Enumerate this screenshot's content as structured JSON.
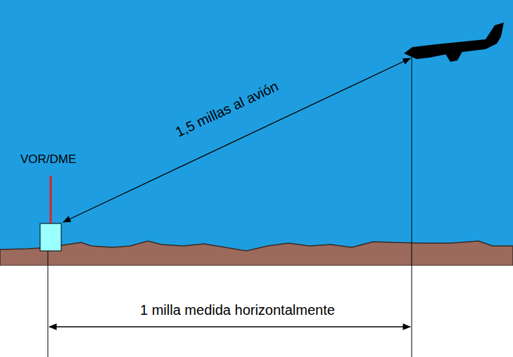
{
  "diagram": {
    "nodes": [
      {
        "text": [
          "VOR/DME"
        ]
      }
    ],
    "labels": [
      "1,5 millas al avión",
      "1 milla medida horizontalmente"
    ]
  }
}
